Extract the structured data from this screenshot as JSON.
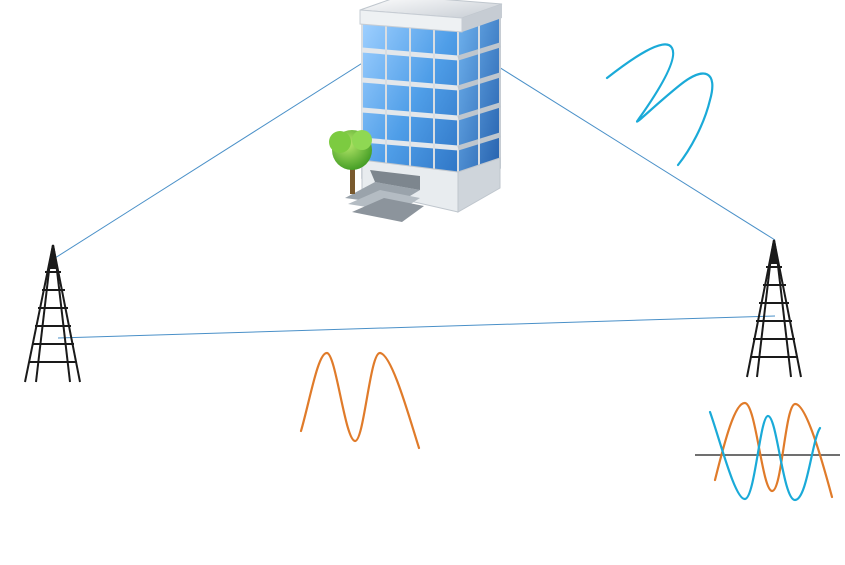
{
  "colors": {
    "link_line": "#4a90c8",
    "wave_orange": "#e07b2a",
    "wave_cyan": "#1aaad8",
    "tower": "#1a1a1a",
    "building_glass": "#4f9ee8",
    "building_frame": "#d8dde2",
    "tree": "#5cb531"
  },
  "icons": {
    "building": "office-building-icon",
    "tower_left": "radio-tower-icon",
    "tower_right": "radio-tower-icon",
    "tree": "tree-icon"
  },
  "signals": {
    "direct": "orange-sine-wave",
    "reflected": "cyan-sine-wave",
    "combined": "orange-and-cyan-overlapping-waves"
  }
}
